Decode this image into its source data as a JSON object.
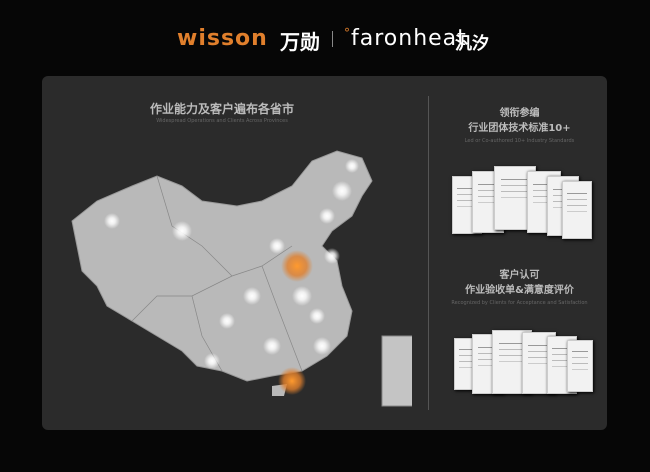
{
  "header": {
    "brand_en": "wisson",
    "brand_cn": "万勋",
    "partner_en": "faronheat",
    "partner_mark": "°",
    "partner_cn": "汎汐"
  },
  "left": {
    "title": "作业能力及客户遍布各省市",
    "subtitle": "Widespread Operations and Clients Across Provinces"
  },
  "right_top": {
    "title_line1": "领衔参编",
    "title_line2": "行业团体技术标准10+",
    "subtitle": "Led or Co-authored 10+ Industry Standards"
  },
  "right_bottom": {
    "title_line1": "客户认可",
    "title_line2": "作业验收单&满意度评价",
    "subtitle": "Recognized by Clients for Acceptance and Satisfaction"
  },
  "colors": {
    "accent": "#e07f2c",
    "panel": "#2b2b2b",
    "map": "#b9b9b9"
  }
}
